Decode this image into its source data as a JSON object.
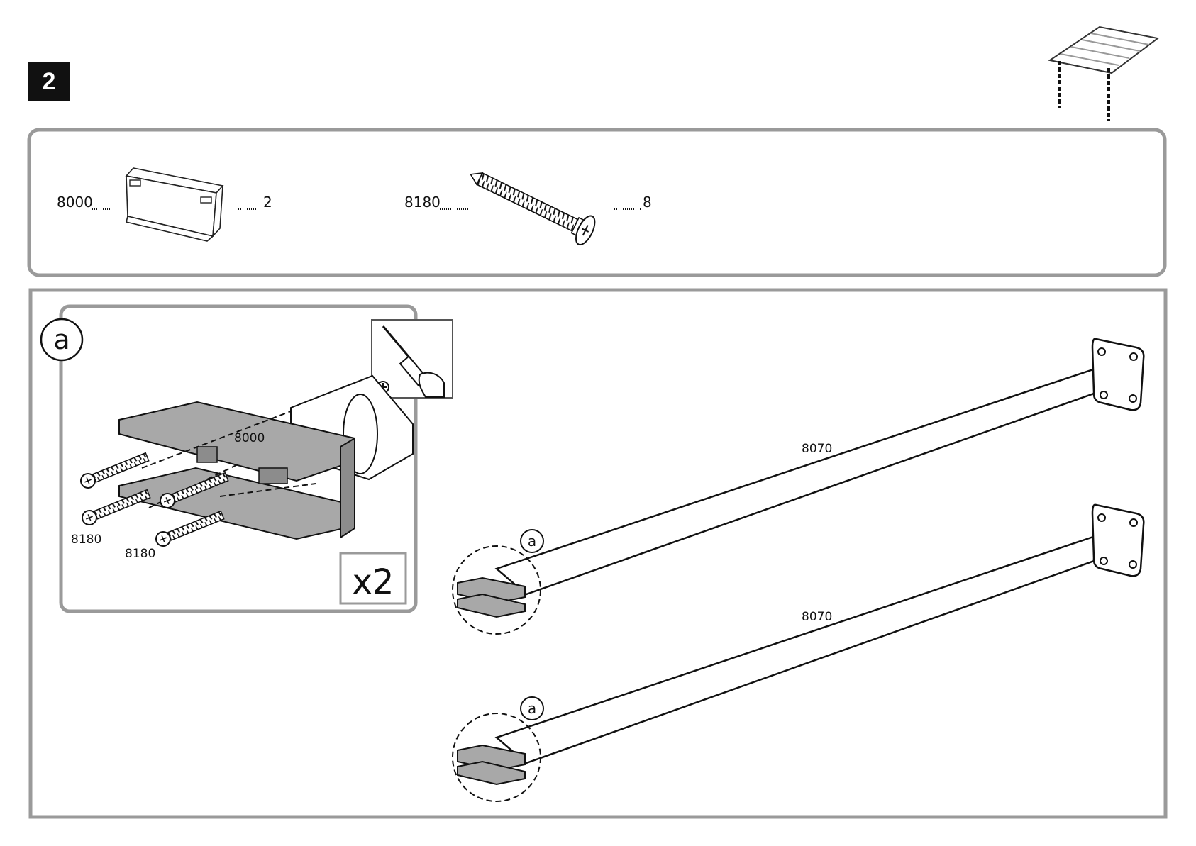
{
  "step": {
    "number": "2"
  },
  "parts": [
    {
      "code": "8000",
      "qty": "2",
      "name": "bracket"
    },
    {
      "code": "8180",
      "qty": "8",
      "name": "screw"
    }
  ],
  "detail": {
    "label": "a",
    "bracket_code": "8000",
    "screw_labels": [
      "8180",
      "8180"
    ],
    "multiplier": "x2",
    "tool": "phillips-screwdriver-icon"
  },
  "assembly": {
    "beams": [
      {
        "code": "8070",
        "callout": "a"
      },
      {
        "code": "8070",
        "callout": "a"
      }
    ]
  },
  "colors": {
    "panel_border": "#9a9a9a",
    "part_fill": "#a8a8a8",
    "ink": "#111111"
  }
}
